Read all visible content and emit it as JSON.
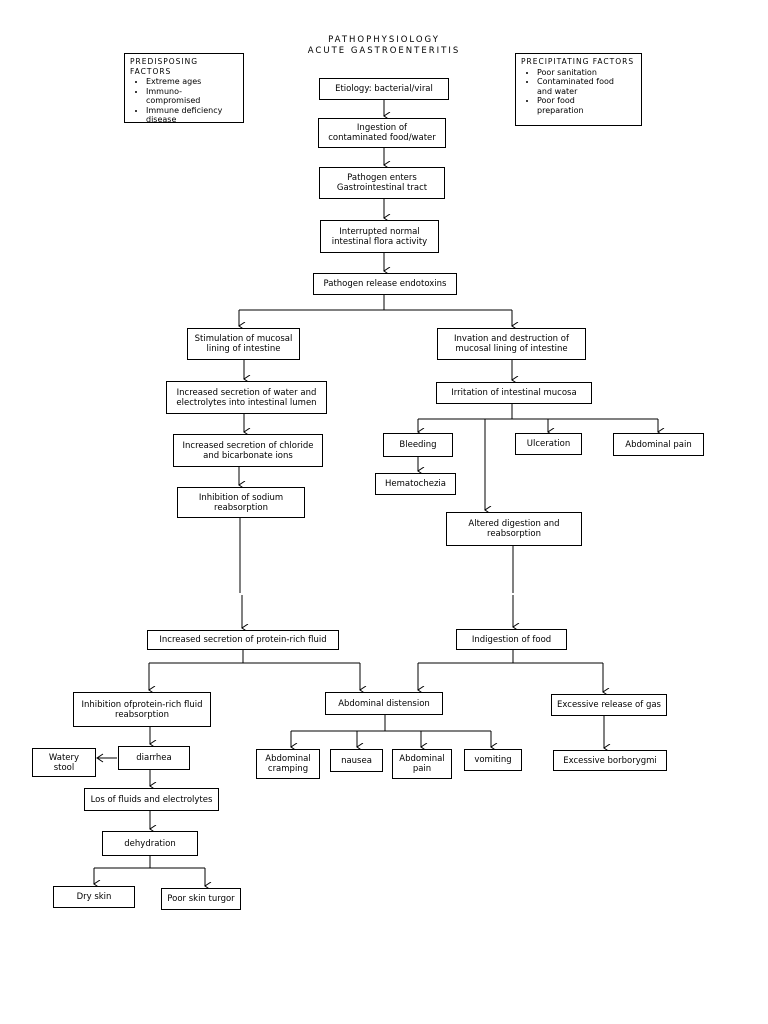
{
  "title": {
    "line1": "PATHOPHYSIOLOGY",
    "line2": "ACUTE GASTROENTERITIS"
  },
  "predisposing": {
    "heading": "PREDISPOSING FACTORS",
    "items": [
      "Extreme ages",
      "Immuno-\ncompromised",
      "Immune deficiency\ndisease"
    ]
  },
  "precipitating": {
    "heading": "PRECIPITATING FACTORS",
    "items": [
      "Poor sanitation",
      "Contaminated food\nand water",
      "Poor food\npreparation"
    ]
  },
  "nodes": {
    "etiology": "Etiology: bacterial/viral",
    "ingestion": "Ingestion of\ncontaminated food/water",
    "pathogen_enters": "Pathogen enters\nGastrointestinal tract",
    "interrupted": "Interrupted normal\nintestinal flora activity",
    "endotoxins": "Pathogen release endotoxins",
    "stimulation": "Stimulation of mucosal\nlining of intestine",
    "invasion": "Invation and destruction of\nmucosal lining of intestine",
    "incr_water": "Increased secretion of water and\nelectrolytes into intestinal lumen",
    "irritation": "Irritation of intestinal mucosa",
    "incr_chloride": "Increased secretion of chloride\nand bicarbonate ions",
    "bleeding": "Bleeding",
    "ulceration": "Ulceration",
    "abd_pain_right": "Abdominal pain",
    "hematochezia": "Hematochezia",
    "inhib_sodium": "Inhibition of sodium\nreabsorption",
    "altered": "Altered digestion and\nreabsorption",
    "protein_fluid": "Increased secretion of protein-rich fluid",
    "indigestion": "Indigestion of food",
    "inhib_protein": "Inhibition ofprotein-rich fluid\nreabsorption",
    "distension": "Abdominal distension",
    "gas": "Excessive release of gas",
    "watery_stool": "Watery\nstool",
    "diarrhea": "diarrhea",
    "cramping": "Abdominal\ncramping",
    "nausea": "nausea",
    "abd_pain_mid": "Abdominal\npain",
    "vomiting": "vomiting",
    "borborygmi": "Excessive borborygmi",
    "loss_fluids": "Los of fluids and electrolytes",
    "dehydration": "dehydration",
    "dry_skin": "Dry skin",
    "poor_turgor": "Poor skin turgor"
  }
}
